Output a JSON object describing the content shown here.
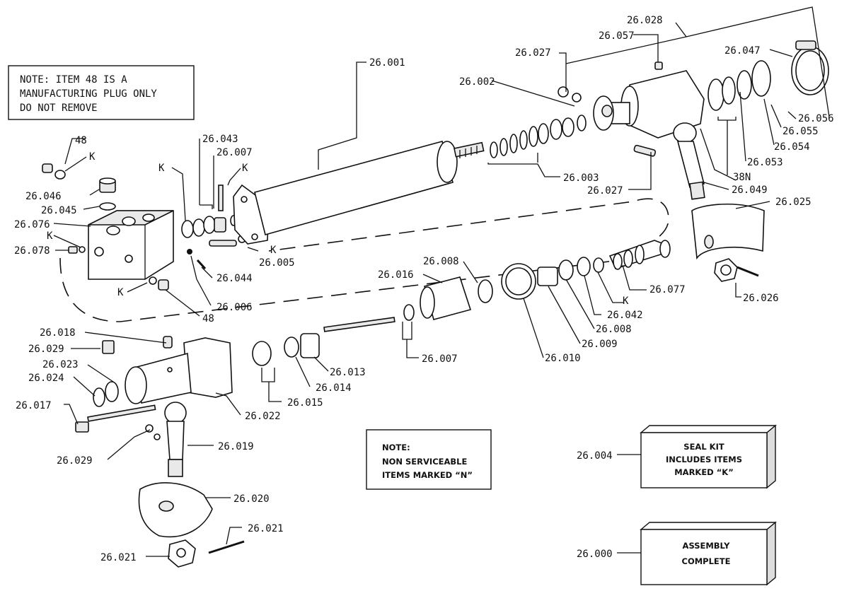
{
  "notes": {
    "plug_note": [
      "NOTE: ITEM 48 IS A",
      "MANUFACTURING PLUG ONLY",
      "DO NOT REMOVE"
    ],
    "non_serviceable": [
      "NOTE:",
      "NON SERVICEABLE",
      "ITEMS MARKED “N”"
    ],
    "seal_kit": [
      "SEAL    KIT",
      "INCLUDES ITEMS",
      "MARKED  “K”"
    ],
    "assembly": [
      "ASSEMBLY",
      "COMPLETE"
    ]
  },
  "callouts": {
    "c001": "26.001",
    "c002": "26.002",
    "c003": "26.003",
    "c004": "26.004",
    "c000": "26.000",
    "c005": "26.005",
    "c006": "26.006",
    "c007a": "26.007",
    "c007b": "26.007",
    "c008a": "26.008",
    "c008b": "26.008",
    "c009": "26.009",
    "c010": "26.010",
    "c013": "26.013",
    "c014": "26.014",
    "c015": "26.015",
    "c016": "26.016",
    "c017": "26.017",
    "c018": "26.018",
    "c019": "26.019",
    "c020": "26.020",
    "c021a": "26.021",
    "c021b": "26.021",
    "c022": "26.022",
    "c023": "26.023",
    "c024": "26.024",
    "c025": "26.025",
    "c026": "26.026",
    "c027a": "26.027",
    "c027b": "26.027",
    "c028": "26.028",
    "c029a": "26.029",
    "c029b": "26.029",
    "c042": "26.042",
    "c043": "26.043",
    "c044": "26.044",
    "c045": "26.045",
    "c046": "26.046",
    "c047": "26.047",
    "c049": "26.049",
    "c053": "26.053",
    "c054": "26.054",
    "c055": "26.055",
    "c056": "26.056",
    "c057": "26.057",
    "c076": "26.076",
    "c077": "26.077",
    "c078": "26.078",
    "c38n": "38N",
    "c48a": "48",
    "c48b": "48",
    "k1": "K",
    "k2": "K",
    "k3": "K",
    "k4": "K",
    "k5": "K",
    "k6": "K",
    "k7": "K"
  }
}
